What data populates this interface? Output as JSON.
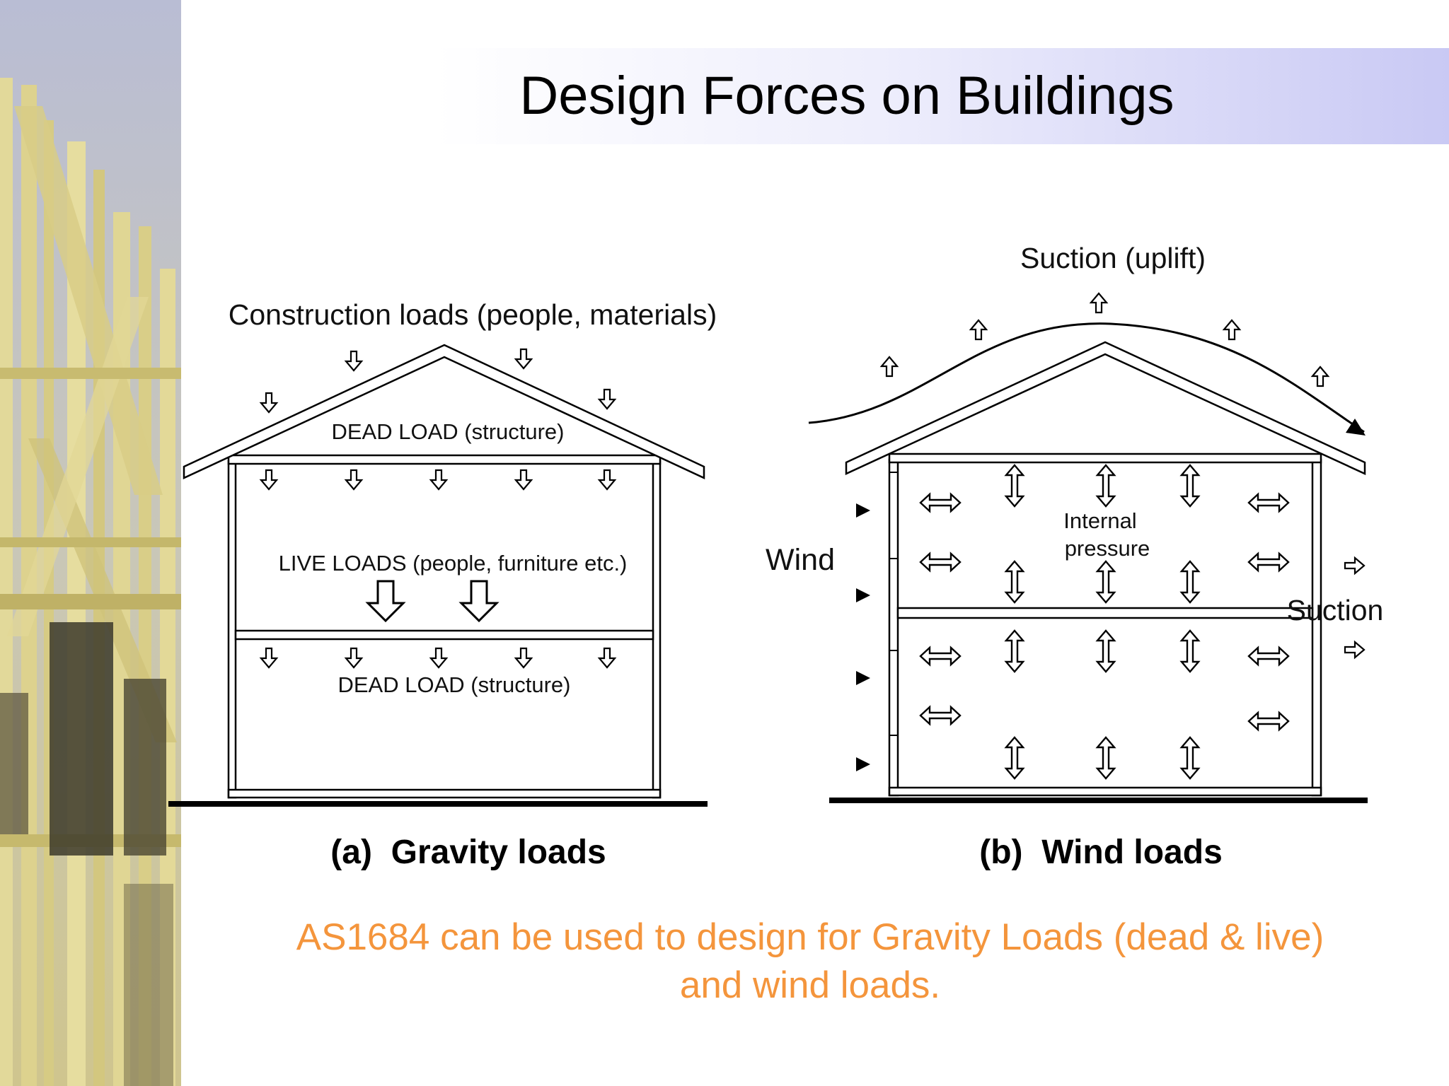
{
  "title": "Design Forces on Buildings",
  "gravity": {
    "construction_label": "Construction loads (people, materials)",
    "dead_load_top": "DEAD LOAD (structure)",
    "live_loads": "LIVE LOADS (people, furniture etc.)",
    "dead_load_bottom": "DEAD LOAD (structure)",
    "caption": "(a)  Gravity loads"
  },
  "wind": {
    "suction_uplift": "Suction (uplift)",
    "wind_label": "Wind",
    "internal_pressure_line1": "Internal",
    "internal_pressure_line2": "pressure",
    "suction_label": "Suction",
    "caption": "(b)  Wind loads"
  },
  "note": {
    "line1": "AS1684 can be used to design for Gravity Loads (dead & live)",
    "line2": "and wind loads."
  },
  "colors": {
    "note_text": "#f4953c",
    "title_gradient_end": "#c9c9f4",
    "timber_frame": "#d8cf8c"
  }
}
